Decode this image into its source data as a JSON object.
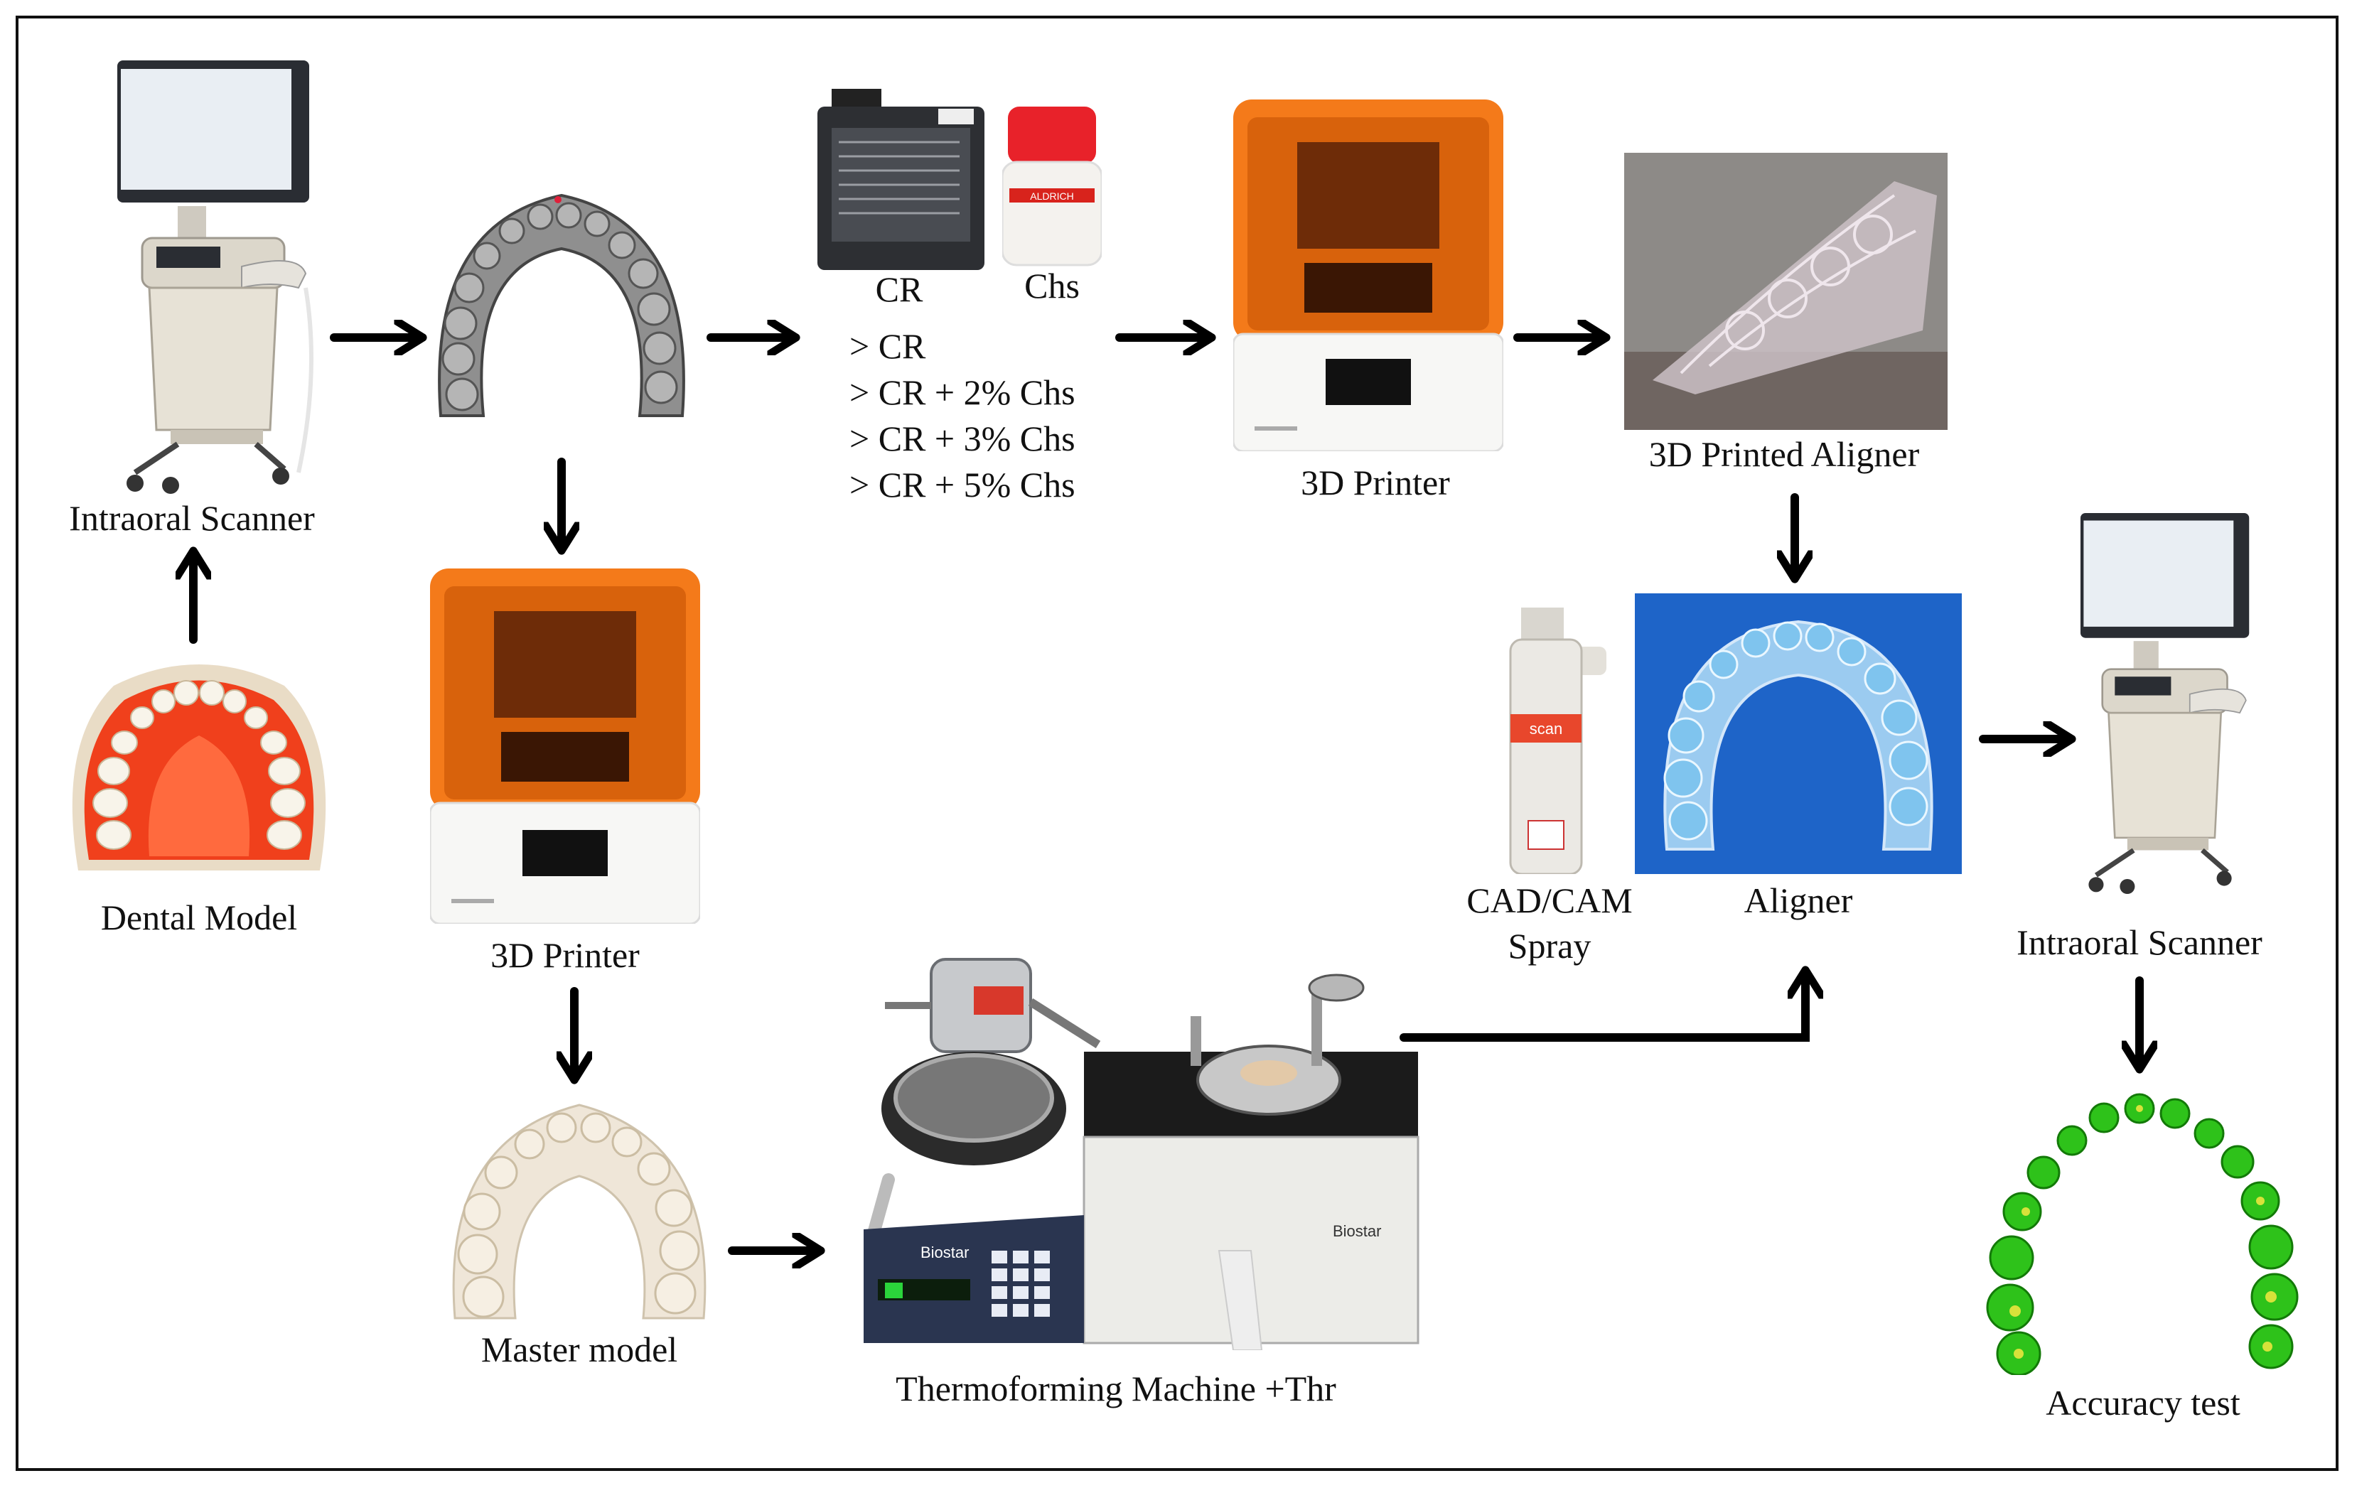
{
  "labels": {
    "intraoral_scanner_1": "Intraoral Scanner",
    "dental_model": "Dental Model",
    "printer_1": "3D Printer",
    "master_model": "Master model",
    "resin_cr": "CR",
    "powder_chs": "Chs",
    "printer_2": "3D Printer",
    "printed_aligner": "3D Printed Aligner",
    "cadcam_spray_line1": "CAD/CAM",
    "cadcam_spray_line2": "Spray",
    "aligner": "Aligner",
    "intraoral_scanner_2": "Intraoral Scanner",
    "accuracy_test": "Accuracy test",
    "thermoforming": "Thermoforming Machine +Thr"
  },
  "formulations": [
    "> CR",
    "> CR + 2% Chs",
    "> CR + 3% Chs",
    "> CR + 5% Chs"
  ],
  "device_text": {
    "resin_bottle_label": "ALDRICH",
    "spray_brand": "scan",
    "thermoformer_brand": "Biostar",
    "thermoformer_brand_2": "Biostar"
  },
  "colors": {
    "arrow": "#000000",
    "printer_hood": "#f47a1a",
    "dental_gum": "#f0401c",
    "aligner_background": "#1e64c8",
    "accuracy_model": "#2ec21a"
  },
  "icons": [
    "intraoral-scanner-icon",
    "dental-arch-scan-icon",
    "resin-bottle-icon",
    "powder-jar-icon",
    "3d-printer-icon",
    "printed-aligner-icon",
    "spray-can-icon",
    "aligner-photo-icon",
    "dental-model-icon",
    "master-model-icon",
    "thermoforming-machine-icon",
    "accuracy-heatmap-icon"
  ]
}
